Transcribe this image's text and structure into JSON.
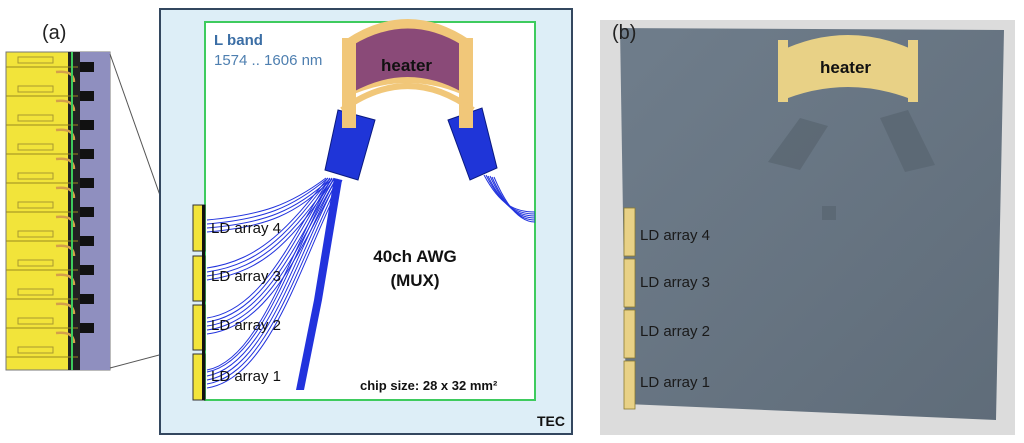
{
  "panel_a": {
    "label": "(a)",
    "band_title": "L band",
    "band_range": "1574 .. 1606 nm",
    "heater_label": "heater",
    "awg_line1": "40ch AWG",
    "awg_line2": "(MUX)",
    "ld_arrays": [
      "LD array 4",
      "LD array 3",
      "LD array 2",
      "LD array 1"
    ],
    "chip_size": "chip size: 28 x 32 mm²",
    "tec_label": "TEC"
  },
  "panel_b": {
    "label": "(b)",
    "heater_label": "heater",
    "ld_arrays": [
      "LD array 4",
      "LD array 3",
      "LD array 2",
      "LD array 1"
    ]
  },
  "colors": {
    "waveguide_blue": "#2233dd",
    "heater_purple": "#8a4a78",
    "gold": "#f1c779",
    "pad_yellow": "#f2e43a",
    "chip_border_green": "#3ecb5e",
    "tec_fill": "#ddeef7",
    "wafer_gray": "#6d7b88"
  }
}
